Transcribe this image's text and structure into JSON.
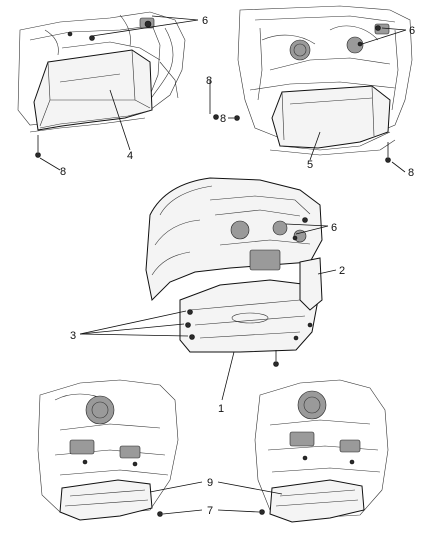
{
  "diagram": {
    "callouts": [
      {
        "id": "c6a",
        "text": "6"
      },
      {
        "id": "c8a",
        "text": "8"
      },
      {
        "id": "c4",
        "text": "4"
      },
      {
        "id": "c8b",
        "text": "8"
      },
      {
        "id": "c6b",
        "text": "6"
      },
      {
        "id": "c8c",
        "text": "8"
      },
      {
        "id": "c5",
        "text": "5"
      },
      {
        "id": "c8d",
        "text": "8"
      },
      {
        "id": "c6c",
        "text": "6"
      },
      {
        "id": "c2",
        "text": "2"
      },
      {
        "id": "c3",
        "text": "3"
      },
      {
        "id": "c1",
        "text": "1"
      },
      {
        "id": "c9",
        "text": "9"
      },
      {
        "id": "c7",
        "text": "7"
      }
    ]
  }
}
